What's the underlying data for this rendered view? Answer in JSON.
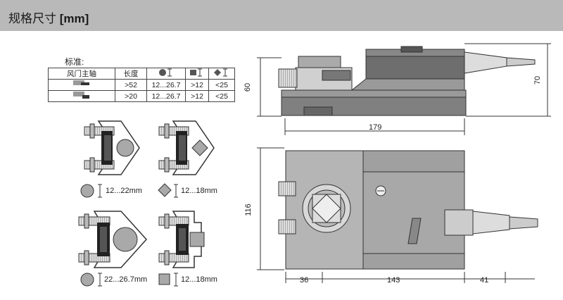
{
  "header": {
    "title_cn": "规格尺寸",
    "title_unit": "[mm]"
  },
  "standard_label": "标准:",
  "table": {
    "headers": [
      "风门主轴",
      "长度",
      "round-shaft-icon",
      "square-shaft-icon",
      "diamond-shaft-icon"
    ],
    "rows": [
      {
        "icon": "shaft-mount-top-icon",
        "length": ">52",
        "round": "12...26.7",
        "square": ">12",
        "diamond": "<25"
      },
      {
        "icon": "shaft-mount-bottom-icon",
        "length": ">20",
        "round": "12...26.7",
        "square": ">12",
        "diamond": "<25"
      }
    ]
  },
  "clamp_captions": [
    "12...22mm",
    "12...18mm",
    "22...26.7mm",
    "12...18mm"
  ],
  "dimensions": {
    "side_height": "60",
    "side_total_height": "70",
    "side_width": "179",
    "top_height": "116",
    "top_left": "36",
    "top_middle": "143",
    "top_right": "41"
  },
  "colors": {
    "header_bg": "#b9b9b9",
    "body_dark": "#6f6f6f",
    "body_mid": "#9a9a9a",
    "body_light": "#c6c6c6"
  }
}
